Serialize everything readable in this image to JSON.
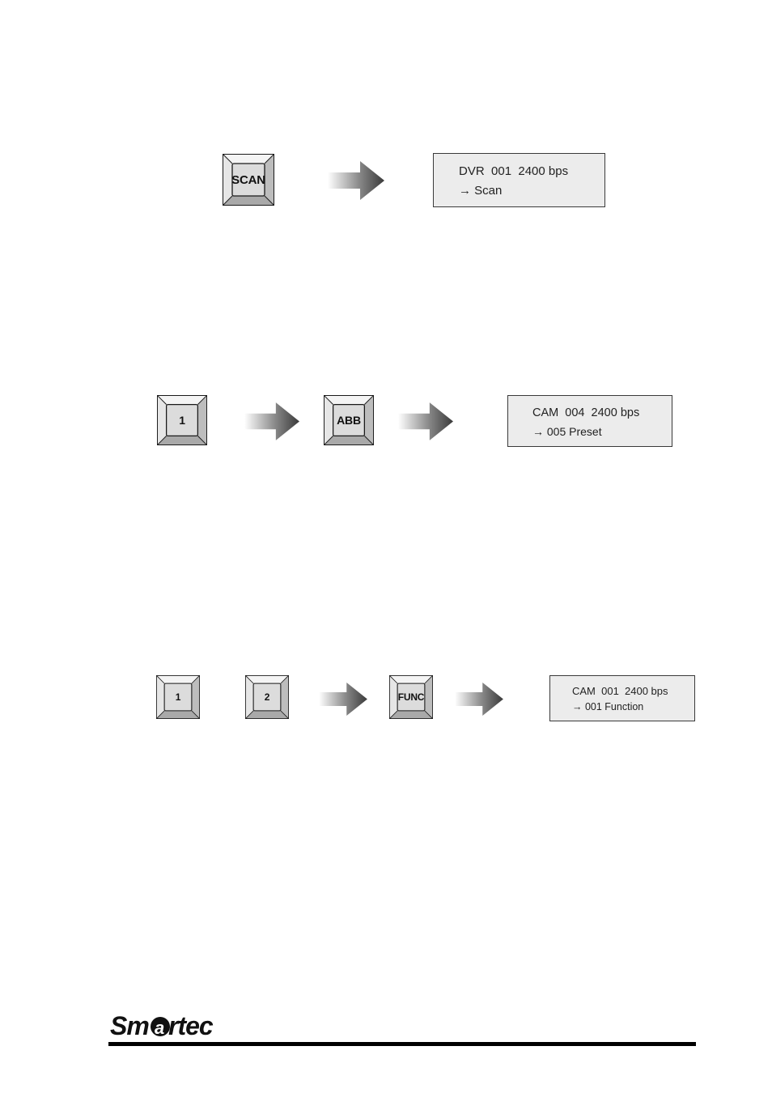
{
  "rows": [
    {
      "keys": [
        {
          "label": "SCAN"
        }
      ],
      "display": {
        "line1": "DVR  001  2400 bps",
        "line2": "→ Scan"
      }
    },
    {
      "keys": [
        {
          "label": "1"
        },
        {
          "label": "ABB"
        }
      ],
      "display": {
        "line1": "CAM  004  2400 bps",
        "line2": "→ 005 Preset"
      }
    },
    {
      "keys": [
        {
          "label": "1"
        },
        {
          "label": "2"
        },
        {
          "label": "FUNC"
        }
      ],
      "display": {
        "line1": "CAM  001  2400 bps",
        "line2": "→ 001 Function"
      }
    }
  ],
  "footer": {
    "logo_text": "Smartec"
  }
}
